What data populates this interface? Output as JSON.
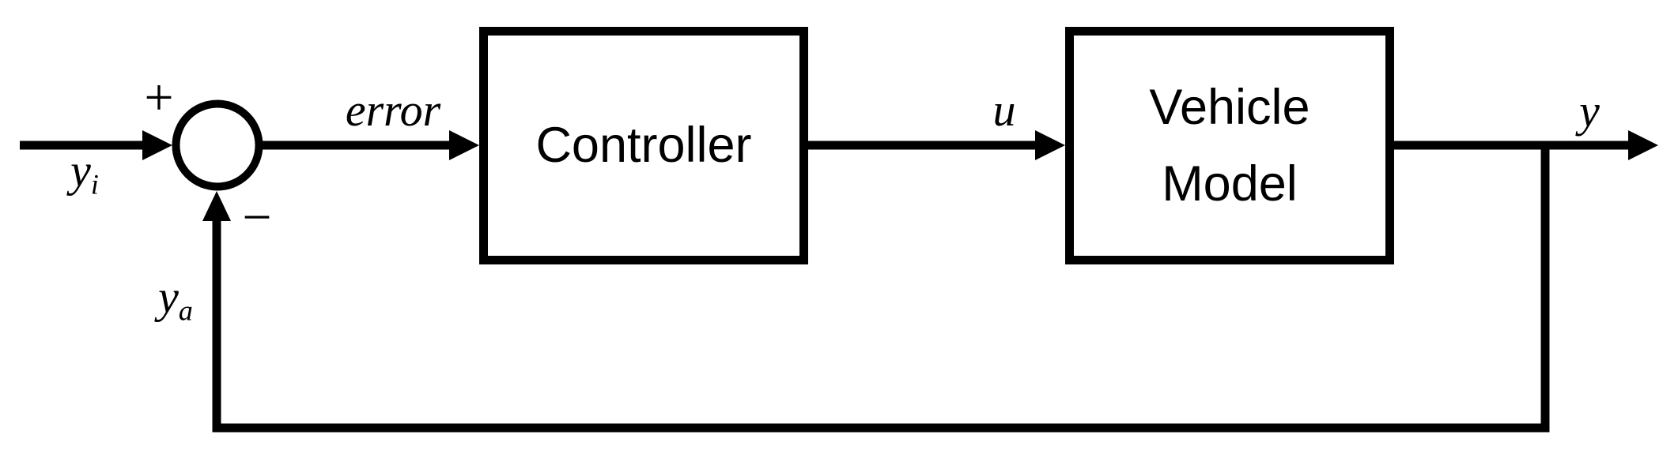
{
  "title": "Vehicle model feedback control loop block diagram",
  "colors": {
    "ink": "#000000",
    "background": "#ffffff"
  },
  "blocks": {
    "controller": {
      "label": "Controller"
    },
    "vehicle_model": {
      "label": "Vehicle\nModel"
    }
  },
  "labels": {
    "input": {
      "base": "y",
      "sub": "i"
    },
    "feedback": {
      "base": "y",
      "sub": "a"
    },
    "error": "error",
    "control": "u",
    "output": "y",
    "plus": "+",
    "minus": "−"
  },
  "icons": {
    "summing_junction": "circle-sum-icon",
    "arrowheads": "arrowhead-icon"
  }
}
